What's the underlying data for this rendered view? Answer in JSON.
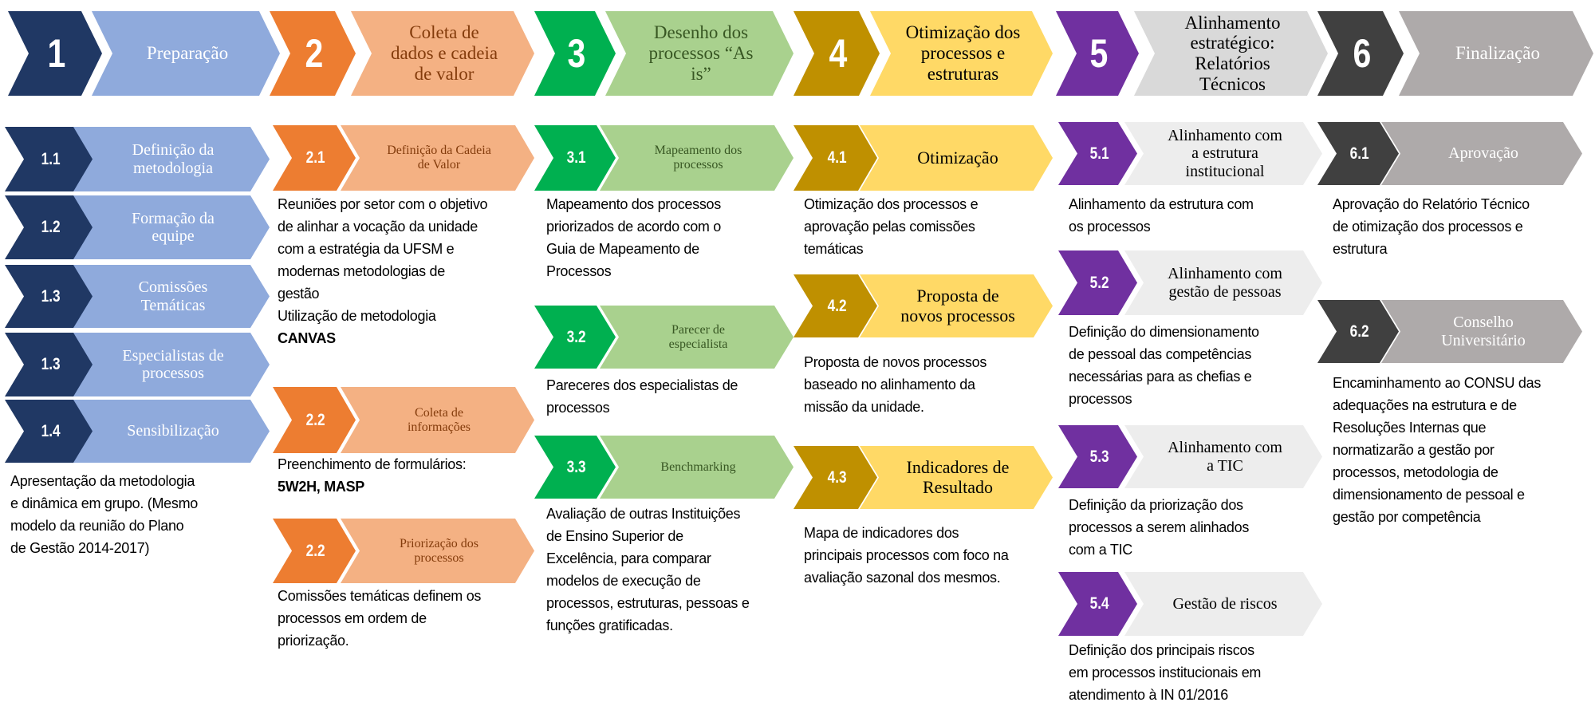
{
  "columns": [
    {
      "number": "1",
      "title": "Preparação",
      "colors": {
        "num": "#203864",
        "label": "#8faadc",
        "text": "#ffffff",
        "sublabel": "#8faadc"
      },
      "items": [
        {
          "number": "1.1",
          "label": "Definição da\nmetodologia"
        },
        {
          "number": "1.2",
          "label": "Formação da\nequipe"
        },
        {
          "number": "1.3",
          "label": "Comissões\nTemáticas"
        },
        {
          "number": "1.3",
          "label": "Especialistas de\nprocessos"
        },
        {
          "number": "1.4",
          "label": "Sensibilização",
          "desc": "Apresentação da metodologia\ne dinâmica em grupo. (Mesmo\nmodelo da reunião do Plano\nde Gestão 2014-2017)"
        }
      ]
    },
    {
      "number": "2",
      "title": "Coleta de\ndados e cadeia\nde valor",
      "colors": {
        "num": "#ed7d31",
        "label": "#f4b183",
        "text": "#843c0c",
        "sublabel": "#f4b183"
      },
      "items": [
        {
          "number": "2.1",
          "label": "Definição da Cadeia\nde Valor",
          "desc": "Reuniões por setor com o objetivo\nde alinhar a vocação da unidade\ncom a estratégia da UFSM e\nmodernas metodologias de\ngestão\nUtilização de metodologia\n",
          "desc_bold": "CANVAS"
        },
        {
          "number": "2.2",
          "label": "Coleta de\ninformações",
          "desc": "Preenchimento de formulários:\n",
          "desc_bold": "5W2H, MASP"
        },
        {
          "number": "2.2",
          "label": "Priorização dos\nprocessos",
          "desc": "Comissões temáticas definem os\nprocessos em ordem de\npriorização."
        }
      ]
    },
    {
      "number": "3",
      "title": "Desenho dos\nprocessos “As\nis”",
      "colors": {
        "num": "#00b050",
        "label": "#a9d18e",
        "text": "#385723",
        "sublabel": "#a9d18e"
      },
      "items": [
        {
          "number": "3.1",
          "label": "Mapeamento dos\nprocessos",
          "desc": "Mapeamento dos processos\npriorizados de acordo com o\nGuia de Mapeamento de\nProcessos"
        },
        {
          "number": "3.2",
          "label": "Parecer de\nespecialista",
          "desc": "Pareceres dos especialistas de\nprocessos"
        },
        {
          "number": "3.3",
          "label": "Benchmarking",
          "desc": "Avaliação de outras Instituições\nde Ensino Superior de\nExcelência, para comparar\nmodelos de execução de\nprocessos, estruturas, pessoas e\nfunções gratificadas."
        }
      ]
    },
    {
      "number": "4",
      "title": "Otimização dos\nprocessos e\nestruturas",
      "colors": {
        "num": "#bf9000",
        "label": "#ffd966",
        "text": "#000000",
        "sublabel": "#ffd966"
      },
      "items": [
        {
          "number": "4.1",
          "label": "Otimização",
          "desc": "Otimização dos processos e\naprovação pelas comissões\ntemáticas"
        },
        {
          "number": "4.2",
          "label": "Proposta de\nnovos processos",
          "desc": "Proposta de novos processos\nbaseado no alinhamento da\nmissão da unidade."
        },
        {
          "number": "4.3",
          "label": "Indicadores de\nResultado",
          "desc": "Mapa de indicadores dos\nprincipais processos com foco na\navaliação sazonal dos mesmos."
        }
      ]
    },
    {
      "number": "5",
      "title": "Alinhamento\nestratégico:\nRelatórios\nTécnicos",
      "colors": {
        "num": "#7030a0",
        "label": "#d9d9d9",
        "text": "#000000",
        "sublabel": "#ededed"
      },
      "items": [
        {
          "number": "5.1",
          "label": "Alinhamento com\na estrutura\ninstitucional",
          "desc": "Alinhamento da estrutura com\nos processos"
        },
        {
          "number": "5.2",
          "label": "Alinhamento com\ngestão de pessoas",
          "desc": "Definição do dimensionamento\nde pessoal  das competências\nnecessárias para as chefias e\nprocessos"
        },
        {
          "number": "5.3",
          "label": "Alinhamento com\na TIC",
          "desc": "Definição da priorização dos\nprocessos a serem alinhados\ncom a TIC"
        },
        {
          "number": "5.4",
          "label": "Gestão de riscos",
          "desc": "Definição dos principais riscos\nem processos institucionais em\natendimento à IN 01/2016"
        }
      ]
    },
    {
      "number": "6",
      "title": "Finalização",
      "colors": {
        "num": "#404040",
        "label": "#aeaaaa",
        "text": "#ffffff",
        "sublabel": "#aeaaaa"
      },
      "items": [
        {
          "number": "6.1",
          "label": "Aprovação",
          "desc": "Aprovação do Relatório Técnico\nde otimização dos processos e\nestrutura"
        },
        {
          "number": "6.2",
          "label": "Conselho\nUniversitário",
          "desc": "Encaminhamento ao CONSU das\nadequações na estrutura e de\nResoluções Internas que\nnormatizarão a gestão por\nprocessos, metodologia de\ndimensionamento de pessoal e\ngestão por competência"
        }
      ]
    }
  ]
}
